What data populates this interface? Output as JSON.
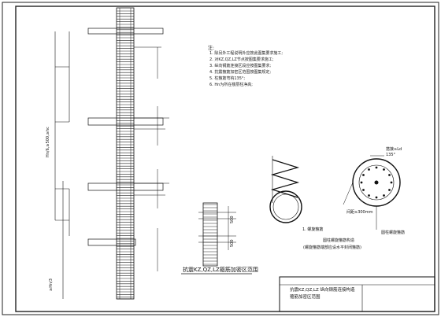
{
  "notes": {
    "heading": "注:",
    "items": [
      "1. 除另外工程说明外应按此图集要求施工;",
      "2. 对KZ,QZ,LZ节点按图集要求施工;",
      "3. 纵向钢筋连接区段应按图集要求;",
      "4. 抗震箍筋加密区范围按图集规定;",
      "5. 柱箍筋弯钩135°;",
      "6. Hn为所在楼层柱净高;"
    ]
  },
  "column_labels": {
    "left_dims": [
      "Hn/6,≥500,≥hc",
      "≥Hn/3"
    ],
    "right_dims": [
      "500",
      "500"
    ]
  },
  "detail_labels": {
    "spiral_label": "1. 螺旋箍筋",
    "ring_label": "圆柱螺旋箍筋",
    "ring_note": "搭接≥Ld",
    "ring_angle": "135°",
    "ring_spacing": "间距≥300mm",
    "detail_caption": "圆柱螺旋箍筋构造",
    "detail_sub": "(螺旋箍筋端部应设水平封闭箍筋)"
  },
  "titles": {
    "left_caption": "抗震KZ,QZ,LZ箍筋加密区范围",
    "right_caption_line1": "抗震KZ,QZ,LZ 纵向钢筋连接构造",
    "right_caption_line2": "箍筋加密区范围"
  }
}
